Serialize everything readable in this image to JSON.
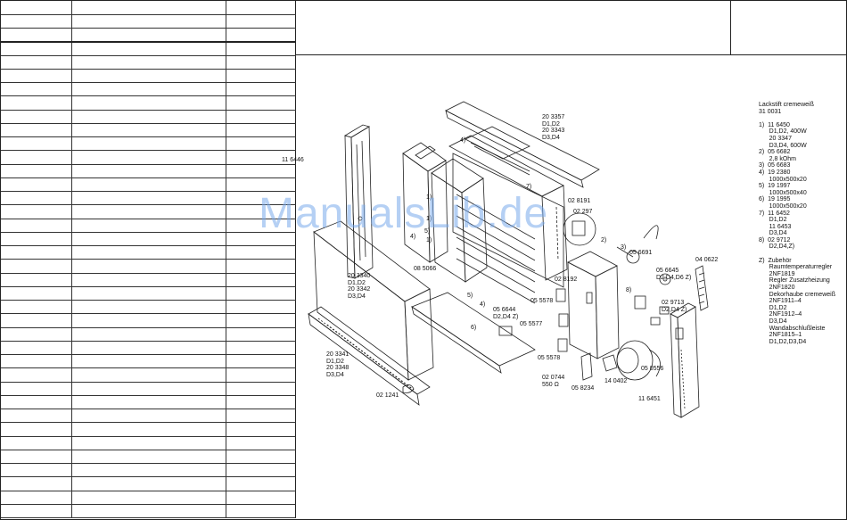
{
  "watermark": "ManualsLib.de",
  "parts": [
    {
      "ref": "11 6446"
    },
    {
      "ref": "20 3357",
      "note": "D1,D2"
    },
    {
      "ref": "20 3343",
      "note": "D3,D4"
    },
    {
      "ref": "02 8191"
    },
    {
      "ref": "02 297"
    },
    {
      "ref": "08 5066"
    },
    {
      "ref": "05 6691"
    },
    {
      "ref": "04 0622"
    },
    {
      "ref": "05 6645",
      "note": "D2,D4,D6 Z)"
    },
    {
      "ref": "02 8192"
    },
    {
      "ref": "05 5578"
    },
    {
      "ref": "05 6644",
      "note": "D2,D4 Z)"
    },
    {
      "ref": "05 5577"
    },
    {
      "ref": "02 9713",
      "note": "D2,D4 Z)"
    },
    {
      "ref": "20 3340",
      "note": "D1,D2"
    },
    {
      "ref": "20 3342",
      "note": "D3,D4"
    },
    {
      "ref": "20 3341",
      "note": "D1,D2"
    },
    {
      "ref": "20 3348",
      "note": "D3,D4"
    },
    {
      "ref": "02 1241"
    },
    {
      "ref": "05 5578"
    },
    {
      "ref": "02 0744",
      "note": "550 Ω"
    },
    {
      "ref": "05 8234"
    },
    {
      "ref": "14 0402"
    },
    {
      "ref": "05 0556"
    },
    {
      "ref": "11 6451"
    }
  ],
  "callouts": [
    "1)",
    "2)",
    "3)",
    "4)",
    "5)",
    "6)",
    "7)",
    "8)"
  ],
  "legend": [
    "Lackstift cremeweiß",
    "31 0031",
    "",
    "1)  11 6450",
    "      D1,D2, 400W",
    "      20 3347",
    "      D3,D4, 600W",
    "2)  05 6682",
    "      2,8 kOhm",
    "3)  05 6683",
    "4)  19 2380",
    "      1000x500x20",
    "5)  19 1997",
    "      1000x500x40",
    "6)  19 1995",
    "      1000x500x20",
    "7)  11 6452",
    "      D1,D2",
    "      11 6453",
    "      D3,D4",
    "8)  02 9712",
    "      D2,D4,Z)",
    "",
    "Z)  Zubehör",
    "      Raumtemperaturregler",
    "      2NF1819",
    "      Regler Zusatzheizung",
    "      2NF1820",
    "      Dekorhaube cremeweiß",
    "      2NF1911–4",
    "      D1,D2",
    "      2NF1912–4",
    "      D3,D4",
    "      Wandabschlußleiste",
    "      2NF1815–1",
    "      D1,D2,D3,D4"
  ]
}
